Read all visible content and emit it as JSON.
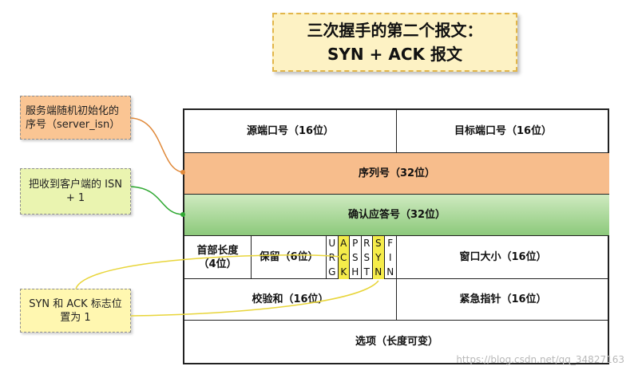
{
  "title": {
    "line1": "三次握手的第二个报文：",
    "line2": "SYN + ACK 报文"
  },
  "notes": {
    "isn": "服务端随机初始化的序号（server_isn）",
    "ack": "把收到客户端的 ISN + 1",
    "syn": "SYN 和 ACK 标志位置为 1"
  },
  "header": {
    "src_port": "源端口号（16位）",
    "dst_port": "目标端口号（16位）",
    "seq": "序列号（32位）",
    "ack": "确认应答号（32位）",
    "header_len_line1": "首部长度",
    "header_len_line2": "（4位）",
    "reserved": "保留（6位）",
    "window": "窗口大小（16位）",
    "checksum": "校验和（16位）",
    "urgent": "紧急指针（16位）",
    "options": "选项（长度可变）"
  },
  "flags": [
    {
      "letters": [
        "U",
        "R",
        "G"
      ],
      "set": false
    },
    {
      "letters": [
        "A",
        "C",
        "K"
      ],
      "set": true
    },
    {
      "letters": [
        "P",
        "S",
        "H"
      ],
      "set": false
    },
    {
      "letters": [
        "R",
        "S",
        "T"
      ],
      "set": false
    },
    {
      "letters": [
        "S",
        "Y",
        "N"
      ],
      "set": true
    },
    {
      "letters": [
        "F",
        "I",
        "N"
      ],
      "set": false
    }
  ],
  "colors": {
    "title_bg": "#fdf2c4",
    "seq_bg": "#f7bd8c",
    "ack_bg": "#8cc97b",
    "flag_set": "#f5ec4a",
    "isn_note": "#fac593",
    "ack_note": "#eaf4b0",
    "syn_note": "#fff7b0"
  },
  "watermark": "https://blog.csdn.net/qq_34827163"
}
